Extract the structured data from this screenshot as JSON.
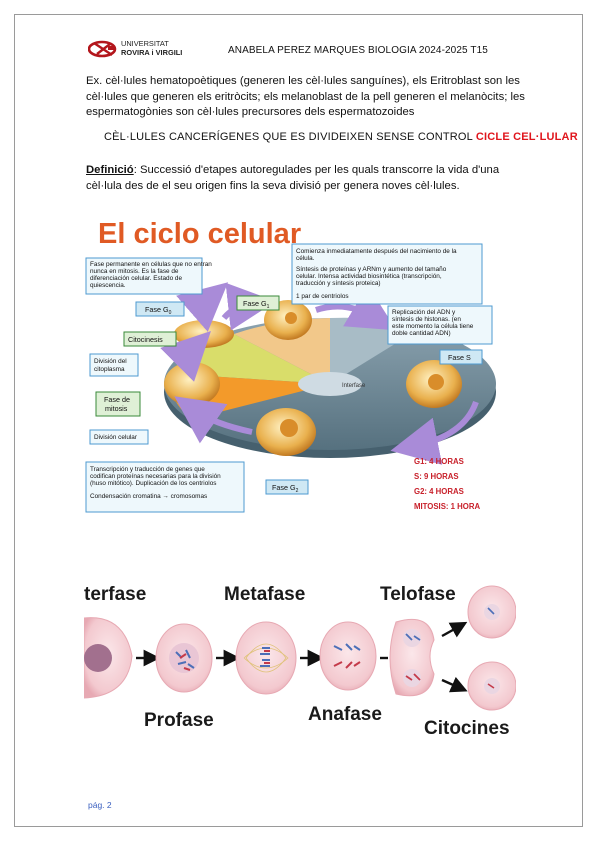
{
  "header": {
    "logo_text": "UNIVERSITAT ROVIRA I VIRGILI",
    "title": "ANABELA PEREZ MARQUES BIOLOGIA 2024-2025 T15"
  },
  "body": {
    "intro": "Ex. cèl·lules hematopoètiques (generen les cèl·lules sanguínes), els Eritroblast son les cèl·lules que generen els eritròcits; els melanoblast de la pell generen el melanòcits; les espermatogònies son cèl·lules precursores dels espermatozoides",
    "heading_prefix": "CÈL·LULES CANCERÍGENES QUE ES DIVIDEIXEN SENSE CONTROL",
    "heading_red": "CICLE CEL·LULAR",
    "def_label": "Definició",
    "def_text": ": Successió d'etapes autoregulades per les quals transcorre la vida d'una cèl·lula des de el seu origen fins la seva divisió per genera noves cèl·lules."
  },
  "cycle_figure": {
    "title": "El ciclo celular",
    "box_g0": [
      "Fase permanente en células que no entran",
      "nunca en mitosis. Es la fase de",
      "diferenciación celular. Estado de",
      "quiescencia."
    ],
    "label_g0": "Fase G",
    "label_g0_sub": "0",
    "box_g1": [
      "Comienza inmediatamente después del nacimiento de la",
      "célula.",
      "Síntesis de proteínas y ARNm y aumento del tamaño",
      "celular. Intensa actividad biosintética (transcripción,",
      "traducción y síntesis proteica)",
      "1 par de centriolos"
    ],
    "label_g1": "Fase G",
    "label_g1_sub": "1",
    "box_s": [
      "Replicación del ADN y",
      "síntesis de histonas. (en",
      "este momento la célula tiene",
      "doble cantidad ADN)"
    ],
    "label_s": "Fase S",
    "label_citocinesis": "Citocinesis",
    "box_citoplasma": [
      "División del",
      "citoplasma"
    ],
    "label_mitosis": [
      "Fase de",
      "mitosis"
    ],
    "box_division": "División celular",
    "interfase": "Interfase",
    "box_g2": [
      "Transcripción y traducción de genes que",
      "codifican proteínas necesarias para la división",
      "(huso mitótico). Duplicación de los centriolos",
      "Condensación cromatina → cromosomas"
    ],
    "label_g2": "Fase G",
    "label_g2_sub": "2",
    "durations": [
      "G1: 4 HORAS",
      "S: 9 HORAS",
      "G2: 4 HORAS",
      "MITOSIS: 1 HORA"
    ]
  },
  "mitosis_figure": {
    "labels": {
      "interfase": "terfase",
      "metafase": "Metafase",
      "telofase": "Telofase",
      "profase": "Profase",
      "anafase": "Anafase",
      "citocinesis": "Citocines"
    }
  },
  "footer": {
    "page": "pág. 2"
  },
  "colors": {
    "accent_red": "#e0161d",
    "title_orange": "#e05a24",
    "box_blue": "#4e9ad0",
    "box_fill": "#dff0f7",
    "green_label": "#3a8a3a",
    "link_blue": "#3a5fbf"
  }
}
